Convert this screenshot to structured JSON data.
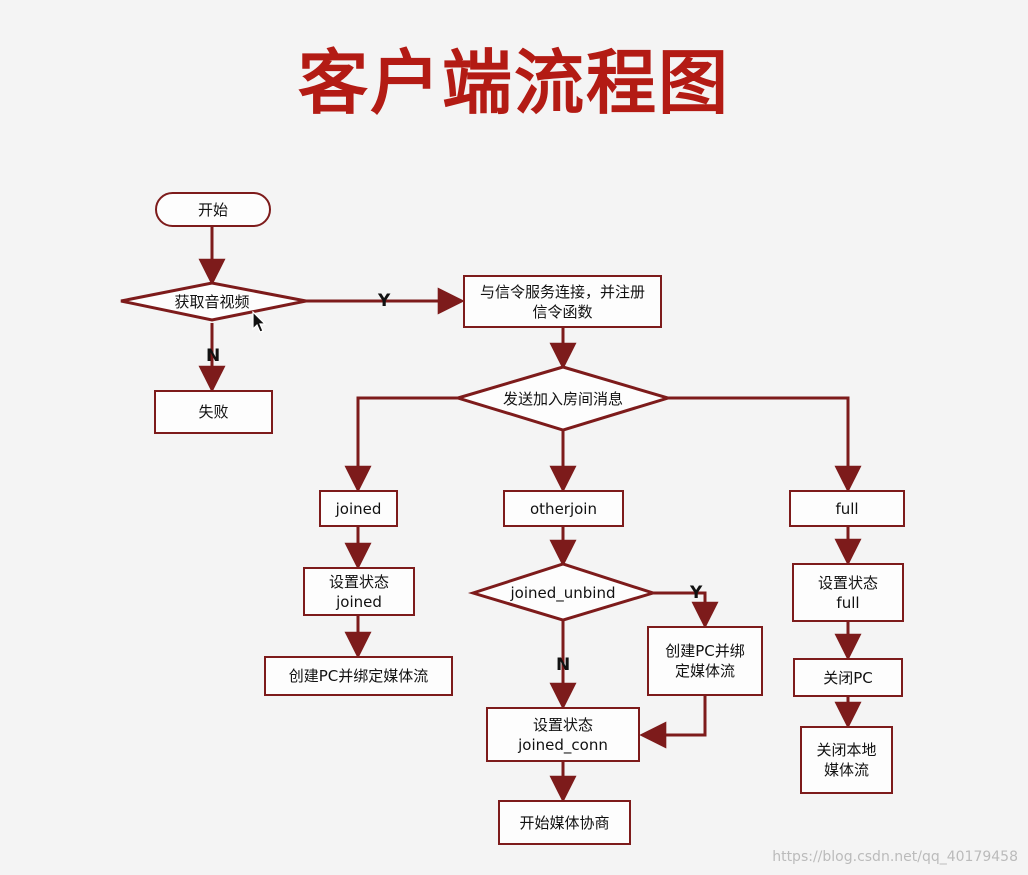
{
  "title": "客户端流程图",
  "nodes": {
    "start": "开始",
    "get_media": "获取音视频",
    "fail": "失败",
    "connect_signal": "与信令服务连接，并注册信令函数",
    "send_join": "发送加入房间消息",
    "joined": "joined",
    "otherjoin": "otherjoin",
    "full": "full",
    "set_joined": "设置状态\njoined",
    "create_pc_left": "创建PC并绑定媒体流",
    "joined_unbind": "joined_unbind",
    "create_pc_mid": "创建PC并绑\n定媒体流",
    "set_joined_conn": "设置状态\njoined_conn",
    "start_negotiation": "开始媒体协商",
    "set_full": "设置状态\nfull",
    "close_pc": "关闭PC",
    "close_local": "关闭本地\n媒体流"
  },
  "edge_labels": {
    "get_media_yes": "Y",
    "get_media_no": "N",
    "unbind_yes": "Y",
    "unbind_no": "N"
  },
  "watermark": "https://blog.csdn.net/qq_40179458",
  "colors": {
    "title": "#b31b14",
    "line": "#7d1b1b",
    "background": "#f4f4f4"
  }
}
